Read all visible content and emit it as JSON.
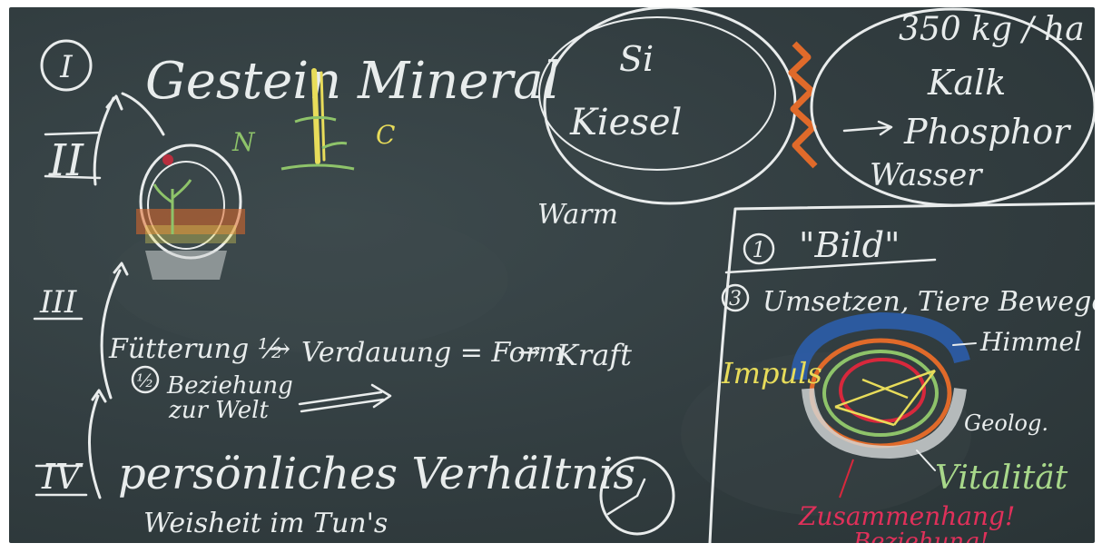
{
  "board": {
    "colors": {
      "board": "#323d40",
      "chalk_white": "#e9ecec",
      "chalk_yellow": "#e8dc5a",
      "chalk_green": "#8ec36a",
      "chalk_orange": "#e06a2a",
      "chalk_red": "#d8283c",
      "chalk_blue": "#2c5fb0"
    },
    "left": {
      "numeral_1": "I",
      "heading": "Gestein Mineral",
      "letter_n": "N",
      "letter_c": "C",
      "numeral_2": "II",
      "numeral_3": "III",
      "line_fuetterung": "Fütterung ½",
      "arrow_1": "→",
      "verdauung": "Verdauung = Form",
      "arrow_2": "→",
      "kraft": "Kraft",
      "half_marker": "½",
      "beziehung_1": "Beziehung",
      "beziehung_2": "zur Welt",
      "numeral_4": "IV",
      "persoenlich": "persönliches Verhältnis",
      "weisheit": "Weisheit im Tun's"
    },
    "right_top": {
      "si": "Si",
      "kiesel": "Kiesel",
      "warm": "Warm",
      "rate": "350 kg / ha",
      "kalk": "Kalk",
      "phosphor": "Phosphor",
      "wasser": "Wasser"
    },
    "right_bottom": {
      "marker_1": "1",
      "bild": "\"Bild\"",
      "marker_3": "3",
      "umsetzen": "Umsetzen, Tiere Bewegen",
      "impuls": "Impuls",
      "himmel": "Himmel",
      "geolog": "Geolog.",
      "vitalitaet": "Vitalität",
      "zusammenhang": "Zusammenhang!",
      "beziehung": "Beziehung!"
    }
  }
}
